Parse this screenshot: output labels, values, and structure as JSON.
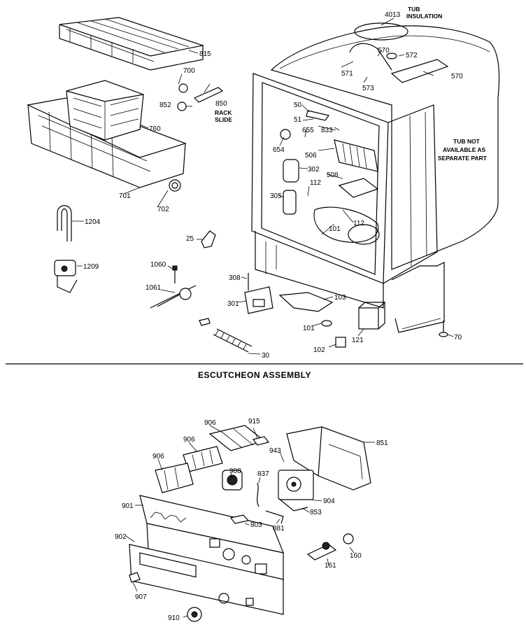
{
  "section_title": "ESCUTCHEON ASSEMBLY",
  "notes": {
    "tub_insulation": [
      "TUB",
      "INSULATION"
    ],
    "rack_slide": [
      "RACK",
      "SLIDE"
    ],
    "tub_not_available": [
      "TUB NOT",
      "AVAILABLE AS",
      "SEPARATE PART"
    ]
  },
  "labels": {
    "p4013": "4013",
    "p570a": "570",
    "p572": "572",
    "p570b": "570",
    "p571": "571",
    "p573": "573",
    "p815": "815",
    "p700": "700",
    "p850": "850",
    "p852": "852",
    "p760": "760",
    "p50": "50",
    "p51": "51",
    "p655": "655",
    "p833": "833",
    "p654": "654",
    "p506": "506",
    "p302": "302",
    "p508": "508",
    "p112a": "112",
    "p305": "305",
    "p112b": "112",
    "p101a": "101",
    "p701": "701",
    "p702": "702",
    "p1204": "1204",
    "p25": "25",
    "p1209": "1209",
    "p1060": "1060",
    "p308": "308",
    "p1061": "1061",
    "p301": "301",
    "p103": "103",
    "p101b": "101",
    "p121": "121",
    "p70": "70",
    "p102": "102",
    "p30": "30",
    "p906a": "906",
    "p915": "915",
    "p851": "851",
    "p906b": "906",
    "p943": "943",
    "p906c": "906",
    "p908": "908",
    "p837": "837",
    "p904": "904",
    "p901": "901",
    "p853": "853",
    "p803": "803",
    "p881": "881",
    "p902": "902",
    "p161": "161",
    "p160": "160",
    "p907": "907",
    "p910": "910"
  }
}
